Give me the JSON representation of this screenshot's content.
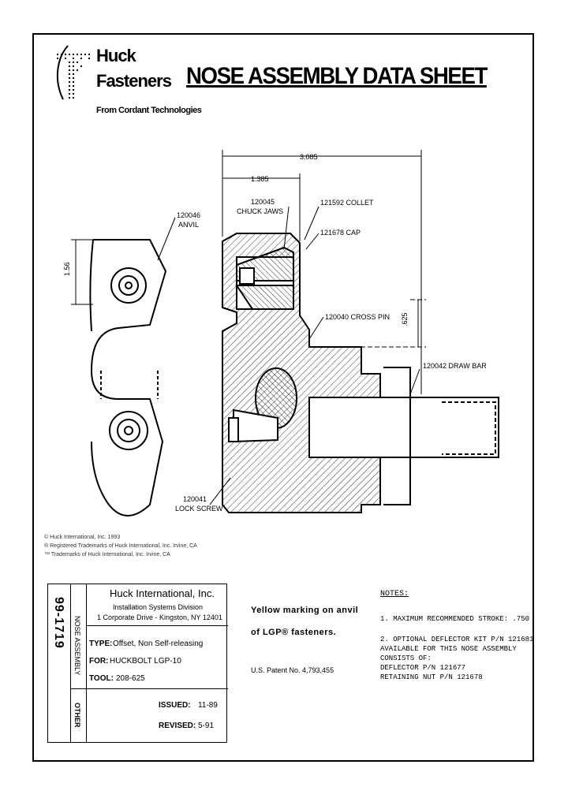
{
  "header": {
    "brand_line1": "Huck",
    "brand_line2": "Fasteners",
    "tagline": "From Cordant Technologies",
    "title": "NOSE ASSEMBLY DATA SHEET"
  },
  "drawing": {
    "dim_overall": "3.085",
    "dim_partial": "1.385",
    "dim_vertical_left": "1.56",
    "dim_vertical_right": ".625",
    "callouts": {
      "anvil": [
        "120046",
        "ANVIL"
      ],
      "chuck_jaws": [
        "120045",
        "CHUCK JAWS"
      ],
      "collet": "121592 COLLET",
      "cap": "121678 CAP",
      "cross_pin": "120040 CROSS PIN",
      "draw_bar": "120042 DRAW BAR",
      "lock_screw": [
        "120041",
        "LOCK SCREW"
      ]
    }
  },
  "legal": [
    "© Huck International, Inc. 1993",
    "® Registered Trademarks of Huck International, Inc. Irvine, CA",
    "™ Trademarks of Huck International, Inc. Irvine, CA"
  ],
  "title_block": {
    "doc_number": "99-1719",
    "category": "NOSE ASSEMBLY",
    "other_label": "OTHER",
    "company": "Huck International, Inc.",
    "division": "Installation Systems Division",
    "address": "1 Corporate Drive - Kingston, NY  12401",
    "type_label": "TYPE:",
    "type_value": "Offset, Non Self-releasing",
    "for_label": "FOR:",
    "for_value": "HUCKBOLT LGP-10",
    "tool_label": "TOOL:",
    "tool_value": "208-625",
    "issued_label": "ISSUED:",
    "issued_value": "11-89",
    "revised_label": "REVISED:",
    "revised_value": "5-91"
  },
  "marking": {
    "line1": "Yellow  marking  on  anvil",
    "line2": "of  LGP®  fasteners.",
    "patent": "U.S. Patent No. 4,793,455"
  },
  "notes": {
    "heading": "NOTES:",
    "note1": "1.  MAXIMUM RECOMMENDED STROKE: .750",
    "note2_lines": [
      "2.  OPTIONAL DEFLECTOR KIT P/N 121681",
      "    AVAILABLE FOR THIS NOSE ASSEMBLY",
      "    CONSISTS OF:",
      "    DEFLECTOR P/N 121677",
      "    RETAINING NUT P/N 121678"
    ]
  }
}
